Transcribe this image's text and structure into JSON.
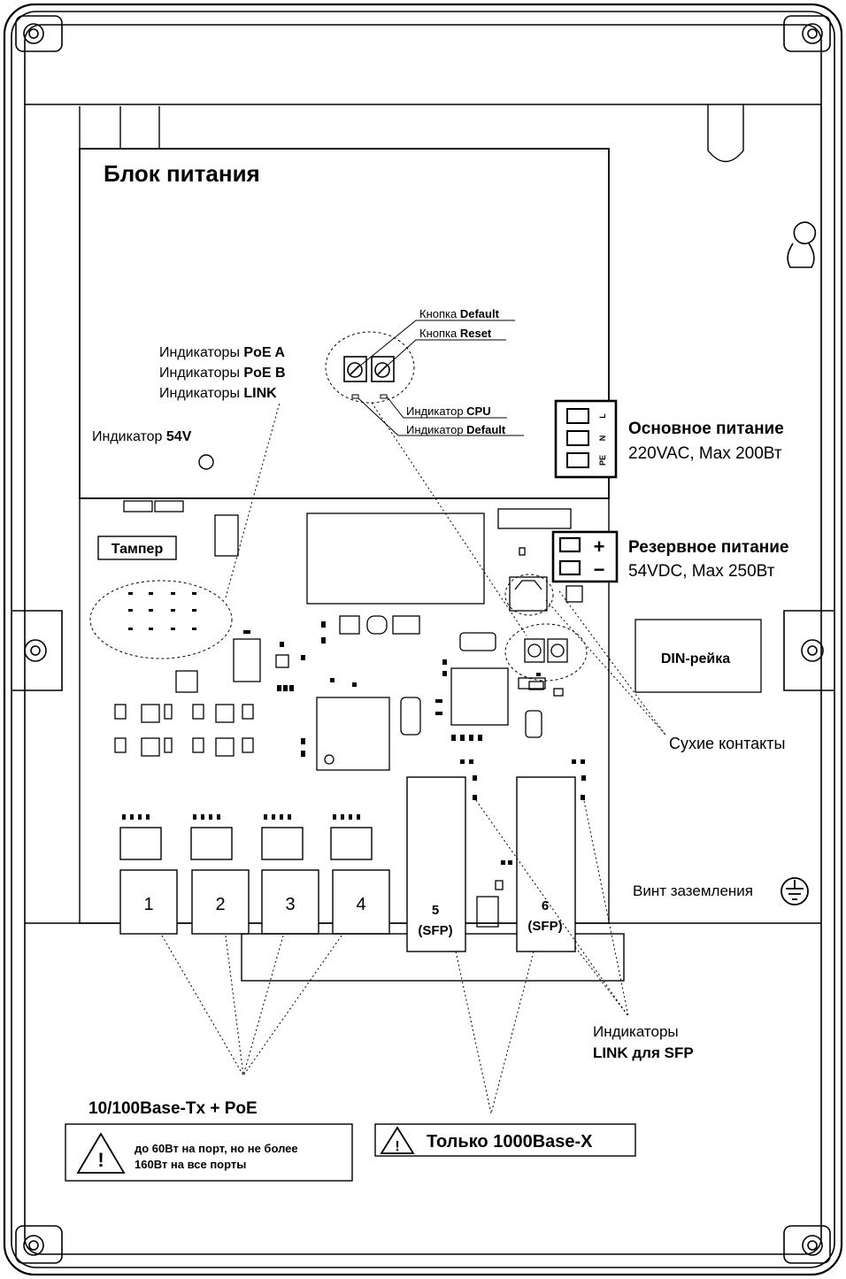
{
  "psu": {
    "title": "Блок питания",
    "poe_a_prefix": "Индикаторы ",
    "poe_a_bold": "PoE A",
    "poe_b_prefix": "Индикаторы ",
    "poe_b_bold": "PoE B",
    "link_prefix": "Индикаторы ",
    "link_bold": "LINK",
    "ind54_prefix": "Индикатор ",
    "ind54_bold": "54V",
    "btn_default_prefix": "Кнопка ",
    "btn_default_bold": "Default",
    "btn_reset_prefix": "Кнопка ",
    "btn_reset_bold": "Reset",
    "ind_cpu_prefix": "Индикатор ",
    "ind_cpu_bold": "CPU",
    "ind_default_prefix": "Индикатор ",
    "ind_default_bold": "Default"
  },
  "main_power": {
    "title": "Основное питание",
    "spec": "220VAC, Max 200Вт",
    "terminals": [
      "L",
      "N",
      "PE"
    ]
  },
  "backup_power": {
    "title": "Резервное питание",
    "spec": "54VDC, Max 250Вт",
    "plus": "+",
    "minus": "−"
  },
  "board": {
    "tamper": "Тампер",
    "din_rail": "DIN-рейка",
    "dry_contacts": "Сухие контакты",
    "ground_screw": "Винт заземления"
  },
  "ports": {
    "rj45": [
      "1",
      "2",
      "3",
      "4"
    ],
    "sfp5_num": "5",
    "sfp6_num": "6",
    "sfp_label": "(SFP)"
  },
  "sfp_link": {
    "line1": "Индикаторы",
    "line2": "LINK для SFP"
  },
  "notes": {
    "poe_title": "10/100Base-Tx + PoE",
    "poe_warn_line1": "до 60Вт на порт, но не более",
    "poe_warn_line2": "160Вт на все порты",
    "sfp_only": "Только 1000Base-X",
    "warn_mark": "!"
  }
}
